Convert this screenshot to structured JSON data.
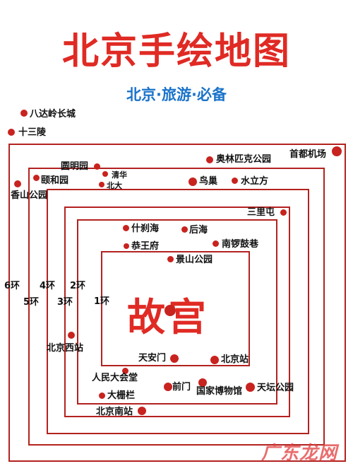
{
  "header": {
    "title": "北京手绘地图",
    "subtitle": "北京·旅游·必备"
  },
  "map": {
    "center_label": "故宫",
    "ring_labels": [
      "1环",
      "2环",
      "3环",
      "4环",
      "5环",
      "6环"
    ],
    "places": [
      "八达岭长城",
      "十三陵",
      "首都机场",
      "奥林匹克公园",
      "圆明园",
      "颐和园",
      "清华",
      "北大",
      "香山公园",
      "鸟巢",
      "水立方",
      "三里屯",
      "什刹海",
      "后海",
      "南锣鼓巷",
      "恭王府",
      "景山公园",
      "北京西站",
      "天安门",
      "北京站",
      "人民大会堂",
      "前门",
      "国家博物馆",
      "天坛公园",
      "大栅栏",
      "北京南站"
    ]
  },
  "watermark": "广东龙网",
  "colors": {
    "title": "#e02a24",
    "subtitle": "#1a73c9",
    "ring": "#b3221f",
    "dot": "#c8231e"
  }
}
